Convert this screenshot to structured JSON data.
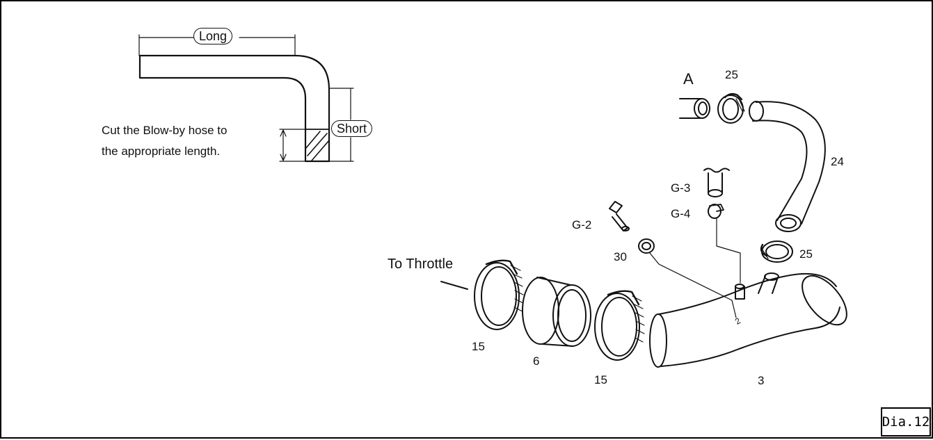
{
  "cut_diagram": {
    "long_label": "Long",
    "short_label": "Short",
    "instruction_line1": "Cut the Blow-by hose to",
    "instruction_line2": "the appropriate length."
  },
  "parts": {
    "label_A": "A",
    "label_25_top": "25",
    "label_24": "24",
    "label_G3": "G-3",
    "label_G4": "G-4",
    "label_G2": "G-2",
    "label_30": "30",
    "label_25_mid": "25",
    "label_to_throttle": "To Throttle",
    "label_15_left": "15",
    "label_6": "6",
    "label_15_right": "15",
    "label_3": "3",
    "label_2": "2"
  },
  "diagram_tag": "Dia.12"
}
